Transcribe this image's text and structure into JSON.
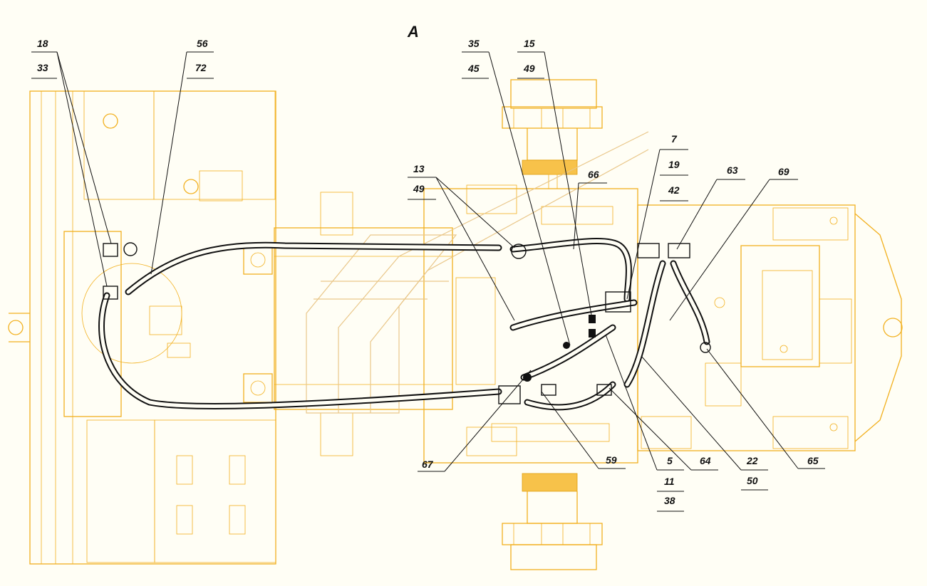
{
  "view_label": "A",
  "callouts": [
    {
      "id": "c-18-33",
      "numbers": [
        "18",
        "33"
      ]
    },
    {
      "id": "c-56-72",
      "numbers": [
        "56",
        "72"
      ]
    },
    {
      "id": "c-35-45",
      "numbers": [
        "35",
        "45"
      ]
    },
    {
      "id": "c-15-49",
      "numbers": [
        "15",
        "49"
      ]
    },
    {
      "id": "c-13-49",
      "numbers": [
        "13",
        "49"
      ]
    },
    {
      "id": "c-66",
      "numbers": [
        "66"
      ]
    },
    {
      "id": "c-7-19-42",
      "numbers": [
        "7",
        "19",
        "42"
      ]
    },
    {
      "id": "c-63",
      "numbers": [
        "63"
      ]
    },
    {
      "id": "c-69",
      "numbers": [
        "69"
      ]
    },
    {
      "id": "c-67",
      "numbers": [
        "67"
      ]
    },
    {
      "id": "c-59",
      "numbers": [
        "59"
      ]
    },
    {
      "id": "c-5-11-38",
      "numbers": [
        "5",
        "11",
        "38"
      ]
    },
    {
      "id": "c-64",
      "numbers": [
        "64"
      ]
    },
    {
      "id": "c-22-50",
      "numbers": [
        "22",
        "50"
      ]
    },
    {
      "id": "c-65",
      "numbers": [
        "65"
      ]
    }
  ],
  "colors": {
    "frame": "#f2b01e",
    "hose": "#111111",
    "background": "#fffef5"
  }
}
